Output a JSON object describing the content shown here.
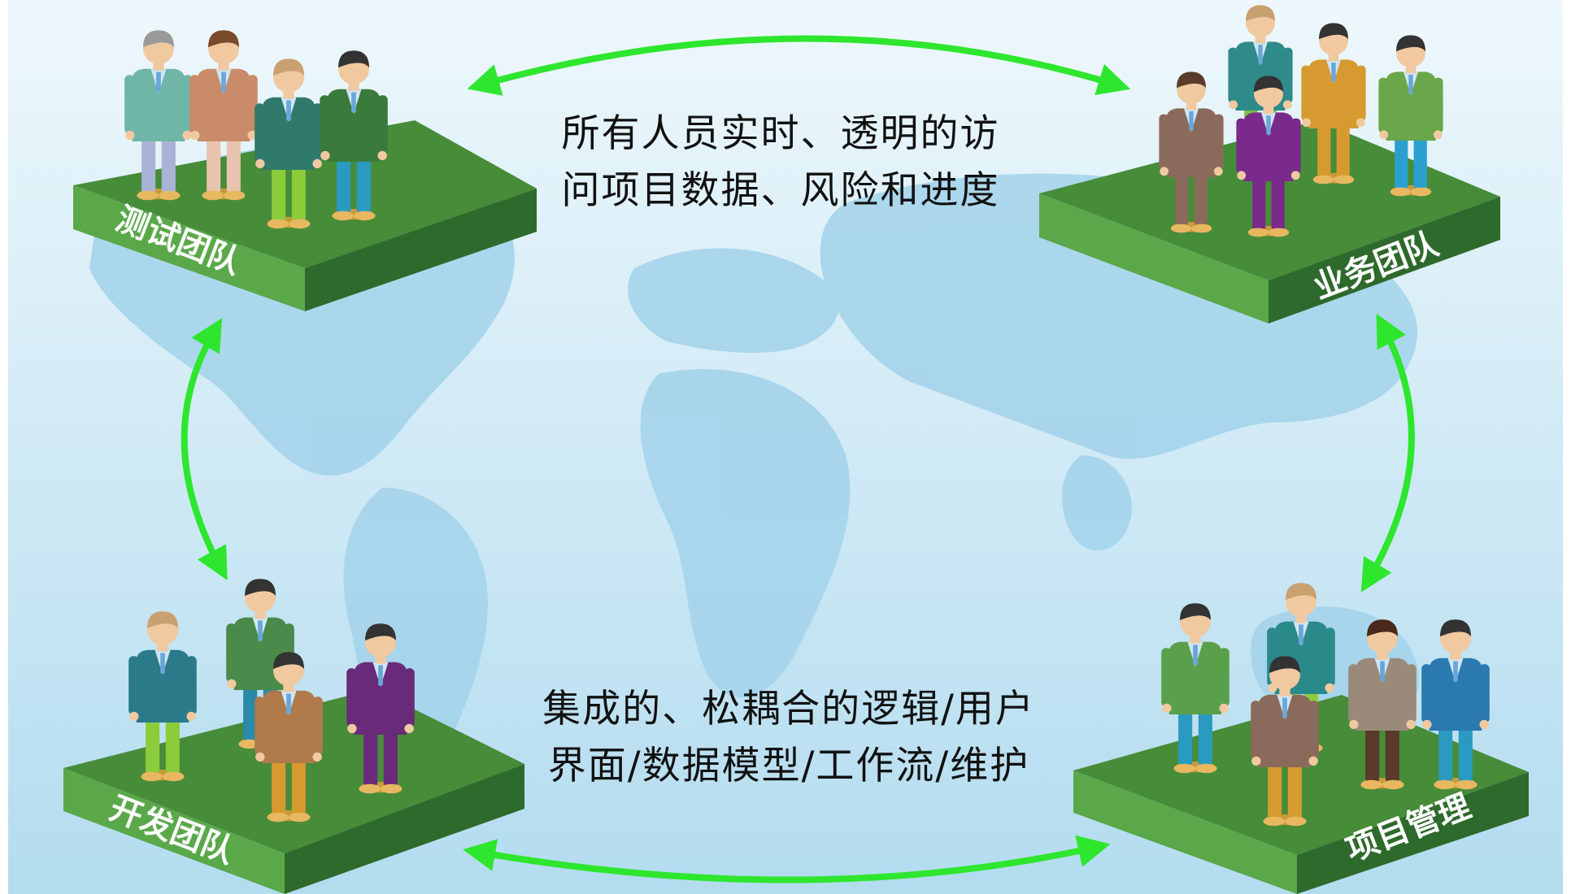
{
  "teams": {
    "test": {
      "label": "测试团队"
    },
    "business": {
      "label": "业务团队"
    },
    "dev": {
      "label": "开发团队"
    },
    "pm": {
      "label": "项目管理"
    }
  },
  "captions": {
    "top": {
      "line1": "所有人员实时、透明的访",
      "line2": "问项目数据、风险和进度"
    },
    "bottom": {
      "line1": "集成的、松耦合的逻辑/用户",
      "line2": "界面/数据模型/工作流/维护"
    }
  },
  "colors": {
    "sky_top": "#e9f6fb",
    "sky_bottom": "#b7e0f2",
    "map": "#9fd1ea",
    "platform_top": "#4a8a3c",
    "platform_front": "#2f6a2c",
    "platform_side": "#5aa24a",
    "arrow": "#2ee62e"
  }
}
